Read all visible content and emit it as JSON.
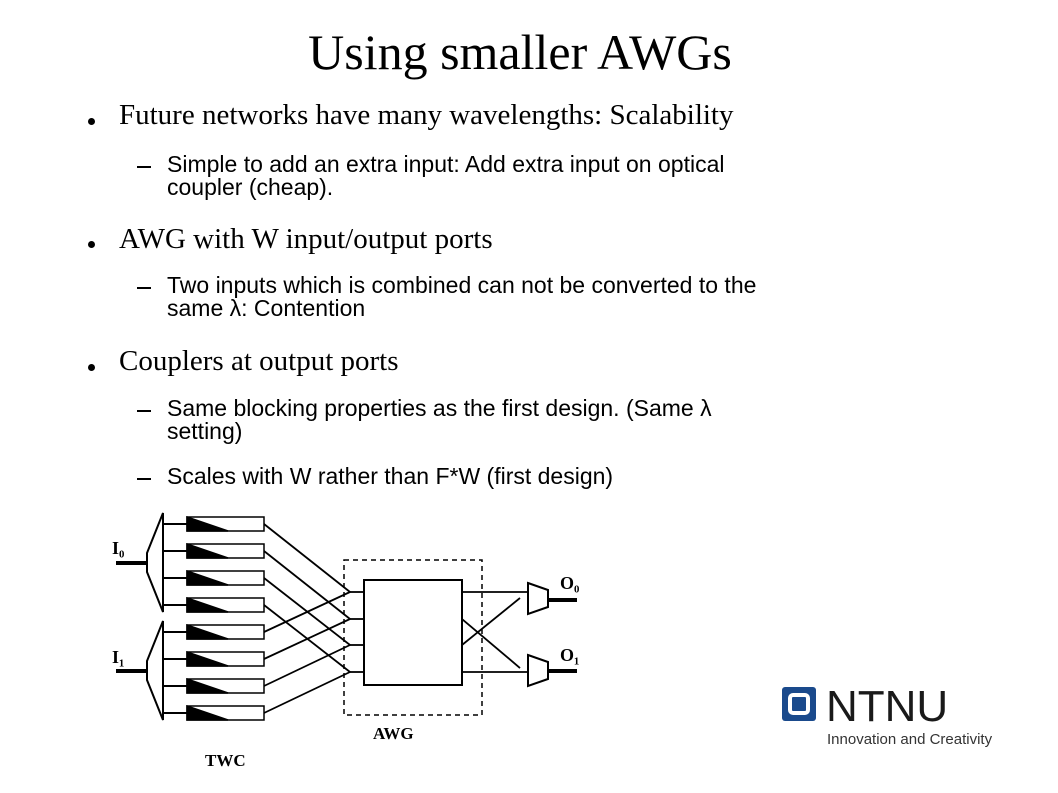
{
  "slide": {
    "title": "Using smaller AWGs",
    "bullets": [
      {
        "text": "Future networks have many wavelengths: Scalability",
        "subs": [
          [
            "Simple to add an extra input: Add extra input on optical",
            "coupler (cheap)."
          ]
        ]
      },
      {
        "text": "AWG with W input/output ports",
        "subs": [
          [
            "Two inputs which is combined can not be converted to the",
            "same λ: Contention"
          ]
        ]
      },
      {
        "text": "Couplers at output ports",
        "subs": [
          [
            "Same blocking properties as the first design. (Same λ",
            "setting)"
          ],
          [
            "Scales with W rather than F*W (first design)"
          ]
        ]
      }
    ]
  },
  "diagram": {
    "input_labels": [
      "I₀",
      "I₁"
    ],
    "output_labels": [
      "O₀",
      "O₁"
    ],
    "awg_label": "AWG",
    "twc_label": "TWC"
  },
  "logo": {
    "name": "NTNU",
    "tagline": "Innovation and Creativity",
    "icon": "ntnu-square-logo",
    "color": "#1a4a8c"
  }
}
